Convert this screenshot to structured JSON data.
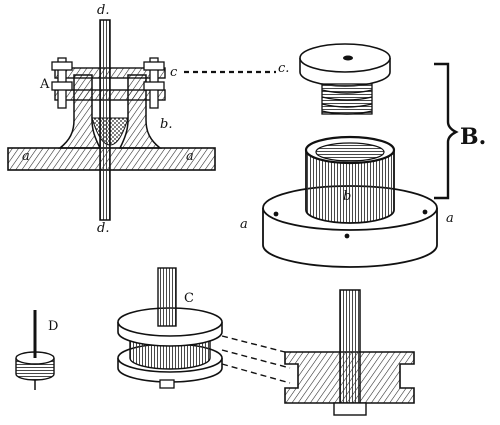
{
  "figure": {
    "labels": {
      "d_top": "d.",
      "d_bottom": "d.",
      "A": "A",
      "c_left": "c",
      "c_right": "c.",
      "b_section": "b.",
      "a_left": "a",
      "a_right": "a",
      "B": "B.",
      "b_flange": "b",
      "a_flange_left": "a",
      "a_flange_right": "a",
      "C": "C",
      "D": "D"
    }
  }
}
